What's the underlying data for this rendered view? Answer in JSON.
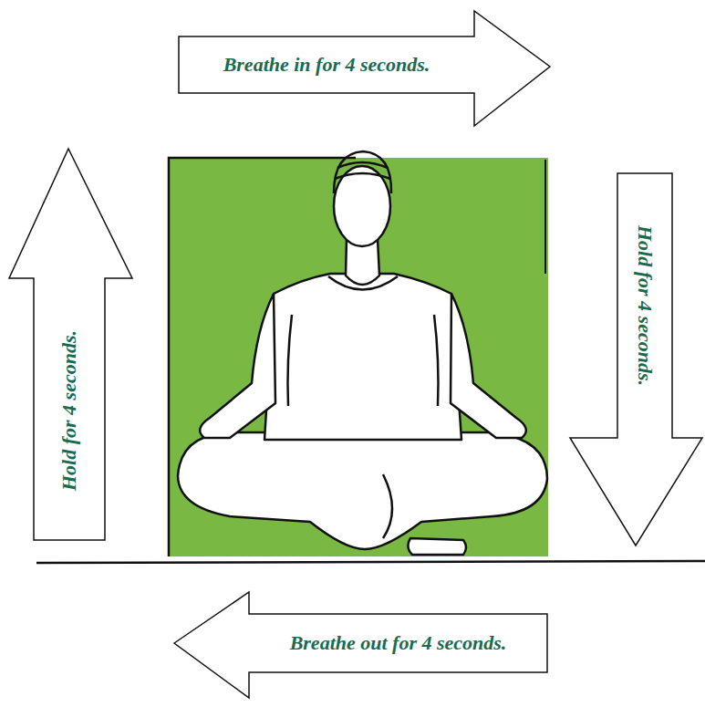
{
  "diagram": {
    "nodes": [
      {
        "text": [
          "Breathe in for 4 seconds."
        ]
      },
      {
        "text": [
          "Hold for 4 seconds."
        ]
      },
      {
        "text": [
          "Hold for 4 seconds."
        ]
      },
      {
        "text": [
          "Breathe out for 4 seconds."
        ]
      }
    ]
  }
}
